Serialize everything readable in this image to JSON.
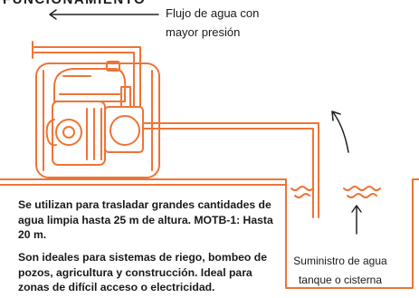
{
  "header": {
    "title": "FUNCIONAMIENTO"
  },
  "labels": {
    "flow": "Flujo de agua con mayor presión",
    "supply": "Suministro de agua tanque o cisterna"
  },
  "description": {
    "paragraph_1": "Se utilizan para trasladar grandes cantidades de agua limpia hasta 25 m de altura. MOTB-1: Hasta 20 m.",
    "paragraph_2": "Son ideales para sistemas de riego, bombeo de pozos, agricultura y construcción. Ideal para zonas de difícil acceso o electricidad."
  },
  "colors": {
    "accent": "#ee7437",
    "line": "#222222",
    "text": "#1a1a1a"
  }
}
